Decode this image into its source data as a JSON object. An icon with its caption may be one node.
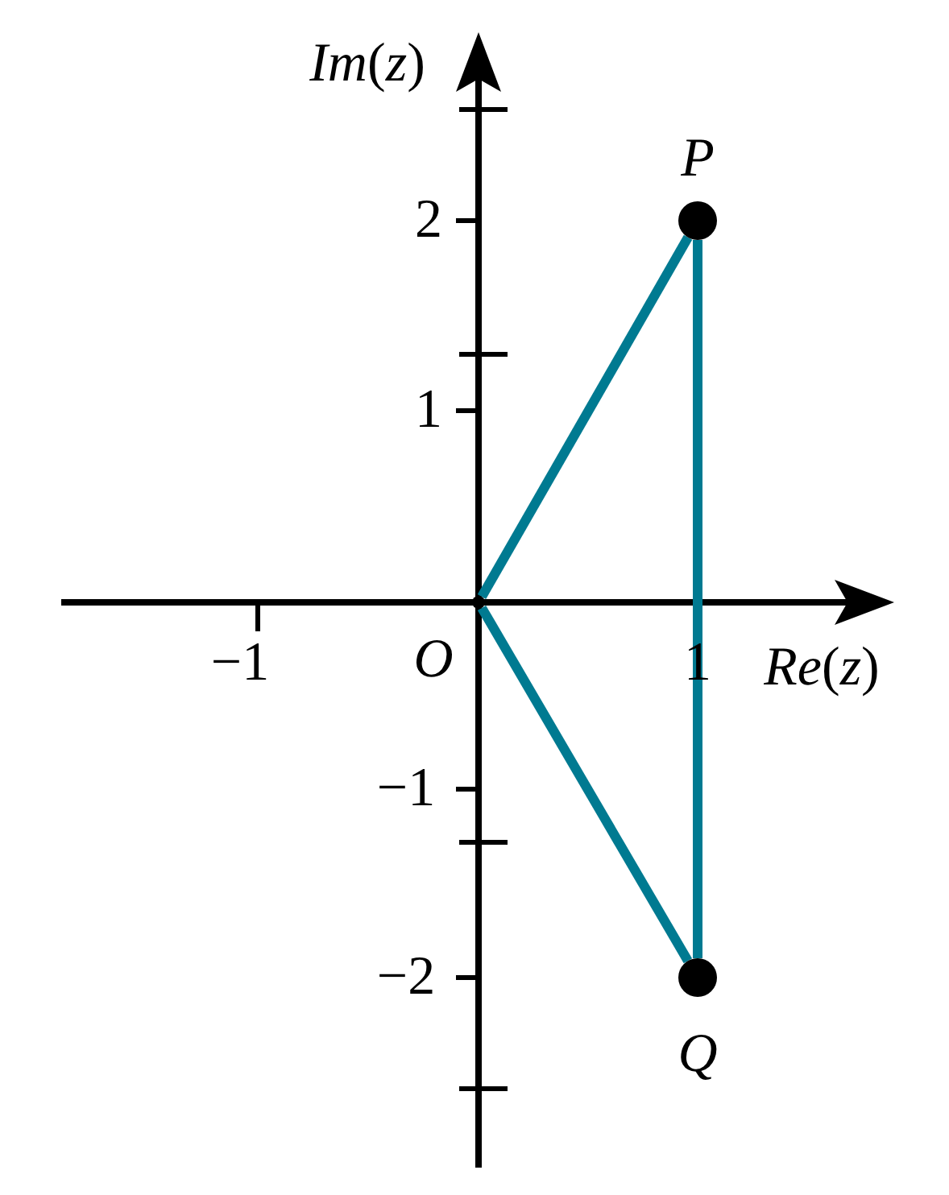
{
  "diagram": {
    "nodes": [
      {
        "text": [],
        "shape": "point",
        "beside": [
          "O"
        ]
      },
      {
        "text": [],
        "shape": "circle",
        "beside": [
          "P"
        ]
      },
      {
        "text": [],
        "shape": "circle",
        "beside": [
          "Q"
        ]
      }
    ],
    "edges": [
      {
        "from": 0,
        "to": 1,
        "arrow": "none"
      },
      {
        "from": 1,
        "to": 2,
        "arrow": "none"
      },
      {
        "from": 0,
        "to": 2,
        "arrow": "none"
      }
    ],
    "labels": [
      "*Im*(*z*)",
      "2",
      "1",
      "−1",
      "1",
      "*Re*(*z*)",
      "−1",
      "−2"
    ]
  }
}
